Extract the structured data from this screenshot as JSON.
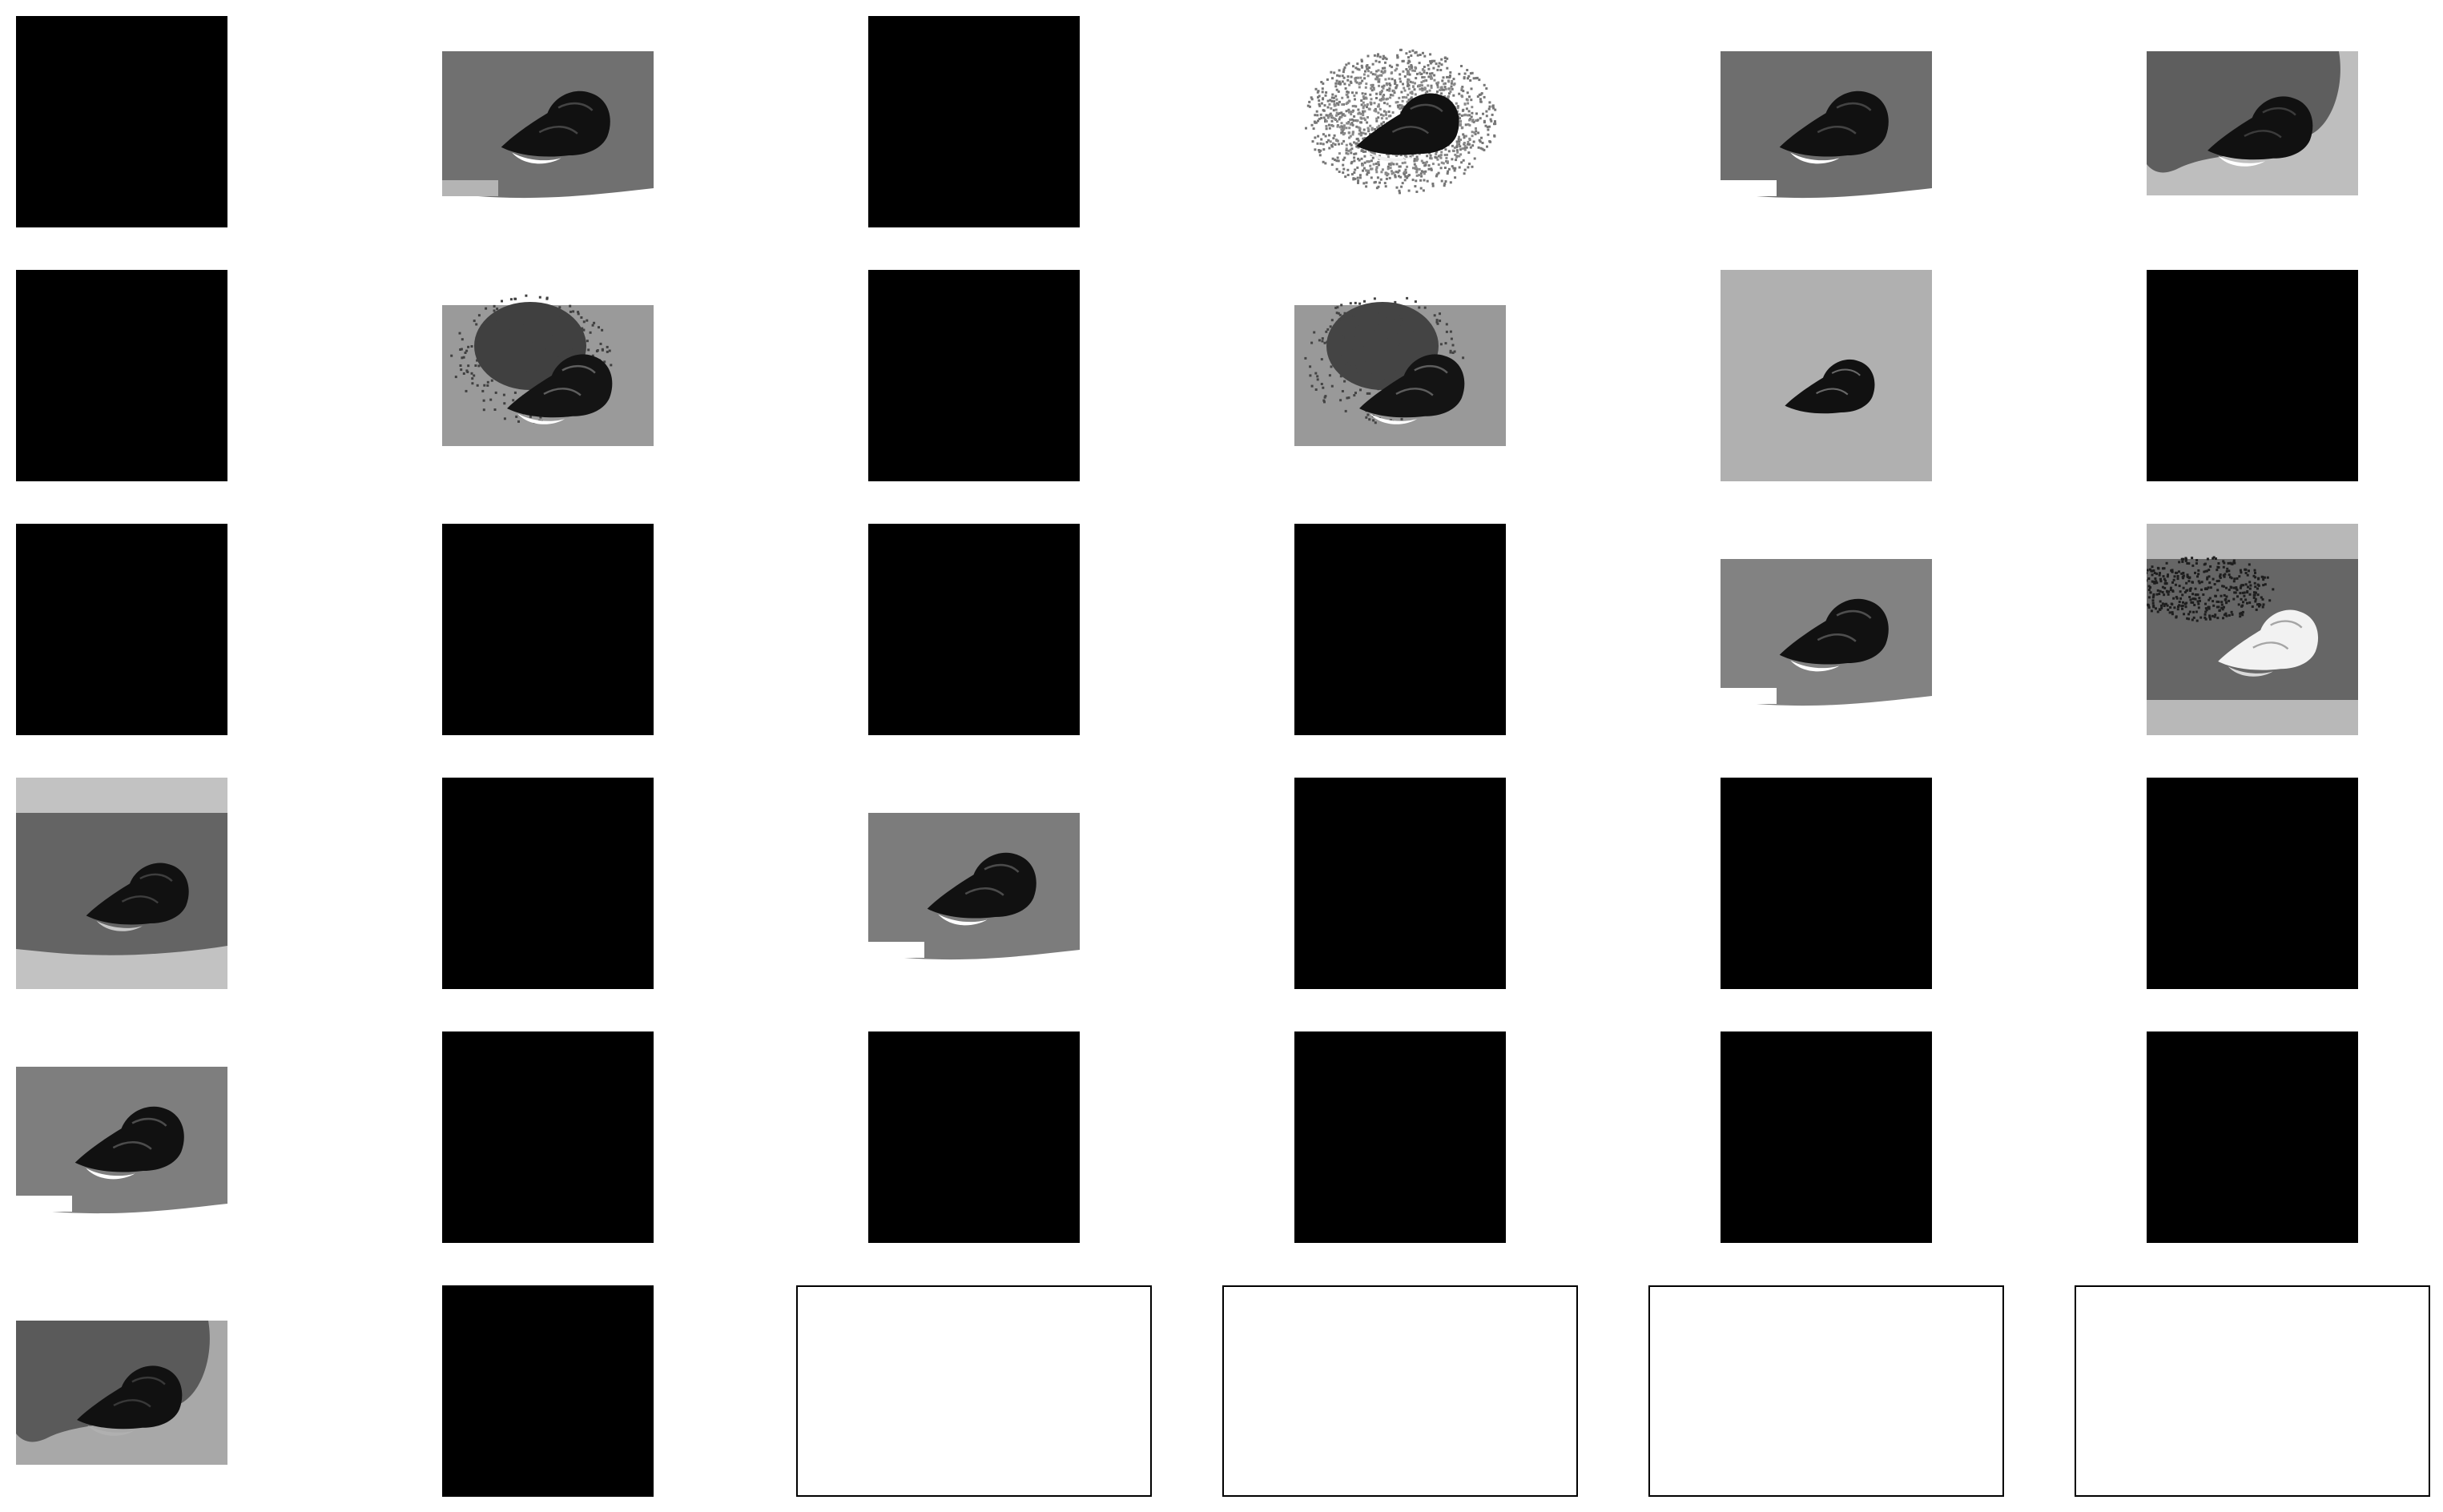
{
  "figure": {
    "colors": {
      "background": "#ffffff",
      "blank_tile": "#000000",
      "frame": "#000000"
    },
    "grid": {
      "rows": 6,
      "columns": 6
    },
    "tiles": [
      {
        "row": 0,
        "col": 0,
        "kind": "blank"
      },
      {
        "row": 0,
        "col": 1,
        "kind": "image",
        "variant": "A",
        "bg": "#707070",
        "band": "#b4b4b4",
        "skull": "#111111",
        "accent": "#ffffff"
      },
      {
        "row": 0,
        "col": 2,
        "kind": "blank"
      },
      {
        "row": 0,
        "col": 3,
        "kind": "image",
        "variant": "C",
        "bg": "#767676",
        "band": "#ffffff",
        "skull": "#111111",
        "accent": "#f0f0f0"
      },
      {
        "row": 0,
        "col": 4,
        "kind": "image",
        "variant": "A",
        "bg": "#6e6e6e",
        "band": "#ffffff",
        "skull": "#111111",
        "accent": "#ffffff"
      },
      {
        "row": 0,
        "col": 5,
        "kind": "image",
        "variant": "B",
        "bg": "#5e5e5e",
        "band": "#bebebe",
        "skull": "#111111",
        "accent": "#ffffff"
      },
      {
        "row": 1,
        "col": 0,
        "kind": "blank"
      },
      {
        "row": 1,
        "col": 1,
        "kind": "image",
        "variant": "D",
        "bg": "#9a9a9a",
        "band": "#9a9a9a",
        "skull": "#141414",
        "accent": "#ffffff",
        "cloud": "#404040"
      },
      {
        "row": 1,
        "col": 2,
        "kind": "blank"
      },
      {
        "row": 1,
        "col": 3,
        "kind": "image",
        "variant": "D",
        "bg": "#999999",
        "band": "#999999",
        "skull": "#141414",
        "accent": "#ffffff",
        "cloud": "#444444"
      },
      {
        "row": 1,
        "col": 4,
        "kind": "image",
        "variant": "E",
        "bg": "#b0b0b0",
        "band": "#b0b0b0",
        "skull": "#111111",
        "accent": "#b0b0b0"
      },
      {
        "row": 1,
        "col": 5,
        "kind": "blank"
      },
      {
        "row": 2,
        "col": 0,
        "kind": "blank"
      },
      {
        "row": 2,
        "col": 1,
        "kind": "blank"
      },
      {
        "row": 2,
        "col": 2,
        "kind": "blank"
      },
      {
        "row": 2,
        "col": 3,
        "kind": "blank"
      },
      {
        "row": 2,
        "col": 4,
        "kind": "image",
        "variant": "A",
        "bg": "#828282",
        "band": "#ffffff",
        "skull": "#111111",
        "accent": "#ffffff"
      },
      {
        "row": 2,
        "col": 5,
        "kind": "image",
        "variant": "F",
        "bg": "#666666",
        "band": "#b8b8b8",
        "skull": "#f2f2f2",
        "accent": "#d8d8d8",
        "cloud": "#1e1e1e"
      },
      {
        "row": 3,
        "col": 0,
        "kind": "image",
        "variant": "G",
        "bg": "#646464",
        "band": "#c2c2c2",
        "skull": "#111111",
        "accent": "#c8c8c8"
      },
      {
        "row": 3,
        "col": 1,
        "kind": "blank"
      },
      {
        "row": 3,
        "col": 2,
        "kind": "image",
        "variant": "A",
        "bg": "#7c7c7c",
        "band": "#ffffff",
        "skull": "#111111",
        "accent": "#ffffff"
      },
      {
        "row": 3,
        "col": 3,
        "kind": "blank"
      },
      {
        "row": 3,
        "col": 4,
        "kind": "blank"
      },
      {
        "row": 3,
        "col": 5,
        "kind": "blank"
      },
      {
        "row": 4,
        "col": 0,
        "kind": "image",
        "variant": "A",
        "bg": "#7e7e7e",
        "band": "#ffffff",
        "skull": "#111111",
        "accent": "#ffffff"
      },
      {
        "row": 4,
        "col": 1,
        "kind": "blank"
      },
      {
        "row": 4,
        "col": 2,
        "kind": "blank"
      },
      {
        "row": 4,
        "col": 3,
        "kind": "blank"
      },
      {
        "row": 4,
        "col": 4,
        "kind": "blank"
      },
      {
        "row": 4,
        "col": 5,
        "kind": "blank"
      },
      {
        "row": 5,
        "col": 0,
        "kind": "image",
        "variant": "B",
        "bg": "#5a5a5a",
        "band": "#a8a8a8",
        "skull": "#111111",
        "accent": "#b0b0b0"
      },
      {
        "row": 5,
        "col": 1,
        "kind": "blank"
      },
      {
        "row": 5,
        "col": 2,
        "kind": "empty"
      },
      {
        "row": 5,
        "col": 3,
        "kind": "empty"
      },
      {
        "row": 5,
        "col": 4,
        "kind": "empty"
      },
      {
        "row": 5,
        "col": 5,
        "kind": "empty"
      }
    ]
  }
}
